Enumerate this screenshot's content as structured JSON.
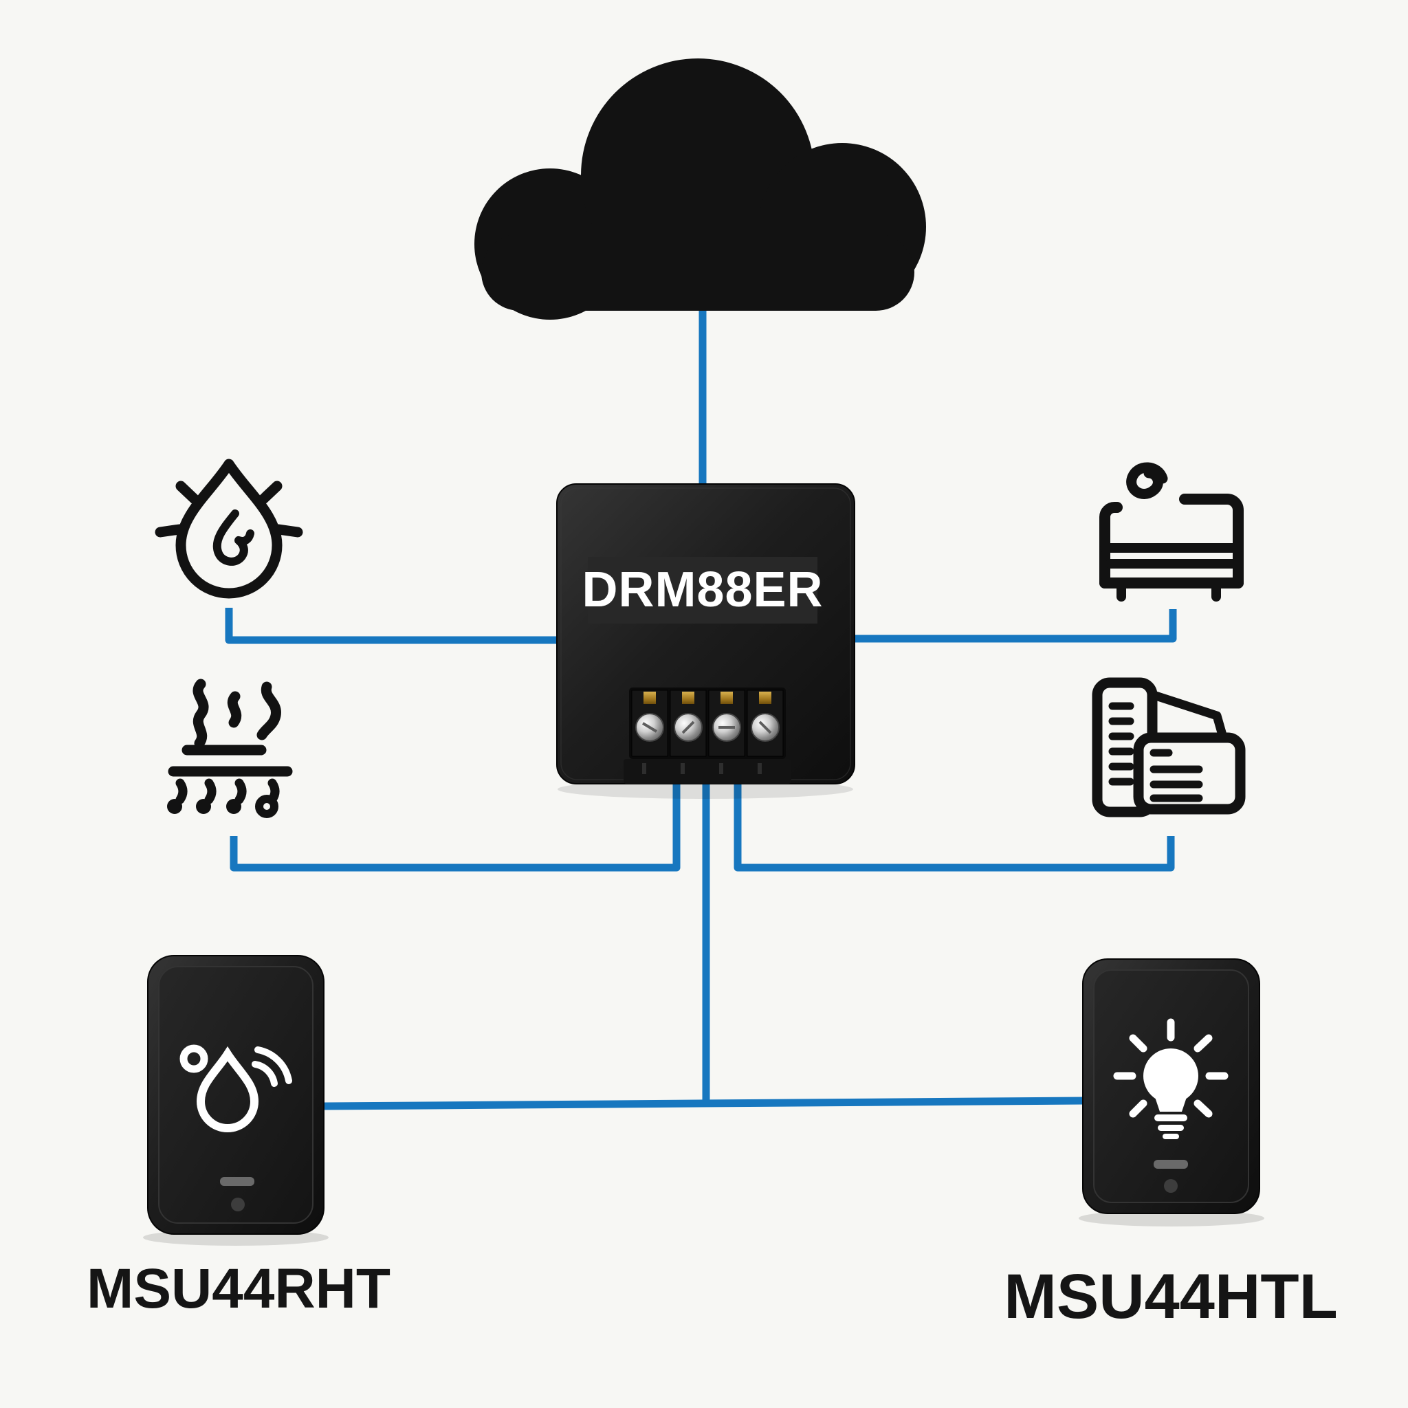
{
  "colors": {
    "background": "#f7f7f4",
    "connector": "#1777bf",
    "icon_black": "#121212",
    "device_dark": "#1a1a1a",
    "band_bg": "#282828",
    "band_text": "#ffffff",
    "label_text": "#151515",
    "led_bar": "#6a6a6a",
    "led_dot": "#3d3d3d"
  },
  "cloud": {
    "icon": "cloud-icon"
  },
  "controller": {
    "label": "DRM88ER",
    "parts": [
      "terminal-block",
      "screw-terminals-x4"
    ]
  },
  "peripherals": {
    "top_left": {
      "icon": "water-drop-flame-icon"
    },
    "bottom_left": {
      "icon": "steam-drying-icon"
    },
    "top_right": {
      "icon": "bed-steam-icon"
    },
    "bottom_right": {
      "icon": "building-documents-icon"
    }
  },
  "devices": {
    "left": {
      "label": "MSU44RHT",
      "icon": "humidity-wireless-sensor-icon"
    },
    "right": {
      "label": "MSU44HTL",
      "icon": "light-bulb-icon"
    }
  }
}
